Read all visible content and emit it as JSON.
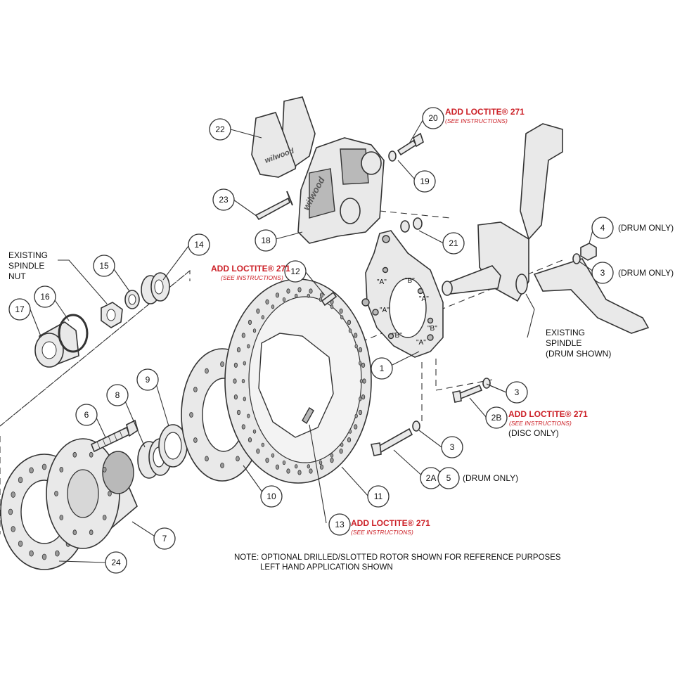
{
  "callouts": [
    {
      "id": "c22",
      "number": "22"
    },
    {
      "id": "c20",
      "number": "20"
    },
    {
      "id": "c19",
      "number": "19"
    },
    {
      "id": "c23",
      "number": "23"
    },
    {
      "id": "c18",
      "number": "18"
    },
    {
      "id": "c21",
      "number": "21"
    },
    {
      "id": "c4",
      "number": "4"
    },
    {
      "id": "c3a",
      "number": "3"
    },
    {
      "id": "c14",
      "number": "14"
    },
    {
      "id": "c15",
      "number": "15"
    },
    {
      "id": "c12",
      "number": "12"
    },
    {
      "id": "c16",
      "number": "16"
    },
    {
      "id": "c17",
      "number": "17"
    },
    {
      "id": "c1",
      "number": "1"
    },
    {
      "id": "c3b",
      "number": "3"
    },
    {
      "id": "c9",
      "number": "9"
    },
    {
      "id": "c8",
      "number": "8"
    },
    {
      "id": "c6",
      "number": "6"
    },
    {
      "id": "c2b",
      "number": "2B"
    },
    {
      "id": "c3c",
      "number": "3"
    },
    {
      "id": "c2a",
      "number": "2A"
    },
    {
      "id": "c5",
      "number": "5"
    },
    {
      "id": "c10",
      "number": "10"
    },
    {
      "id": "c11",
      "number": "11"
    },
    {
      "id": "c13",
      "number": "13"
    },
    {
      "id": "c7",
      "number": "7"
    },
    {
      "id": "c24",
      "number": "24"
    }
  ],
  "labels": {
    "loctite_20": "ADD LOCTITE® 271",
    "loctite_12": "ADD LOCTITE® 271",
    "loctite_2b": "ADD LOCTITE® 271",
    "loctite_13": "ADD LOCTITE® 271",
    "see_instructions": "(SEE INSTRUCTIONS)",
    "drum_only_4": "(DRUM ONLY)",
    "drum_only_3": "(DRUM ONLY)",
    "drum_only_5": "(DRUM ONLY)",
    "disc_only": "(DISC ONLY)",
    "existing_nut_1": "EXISTING",
    "existing_nut_2": "SPINDLE",
    "existing_nut_3": "NUT",
    "existing_spindle_1": "EXISTING",
    "existing_spindle_2": "SPINDLE",
    "existing_spindle_3": "(DRUM SHOWN)",
    "bracket_a": "\"A\"",
    "bracket_b": "\"B\"",
    "caliper_brand": "wilwood",
    "pad_brand": "wilwood"
  },
  "notes": {
    "line1": "NOTE: OPTIONAL DRILLED/SLOTTED ROTOR SHOWN FOR REFERENCE PURPOSES",
    "line2": "LEFT HAND APPLICATION SHOWN"
  },
  "colors": {
    "accent_red": "#cc2027",
    "line": "#333333"
  }
}
